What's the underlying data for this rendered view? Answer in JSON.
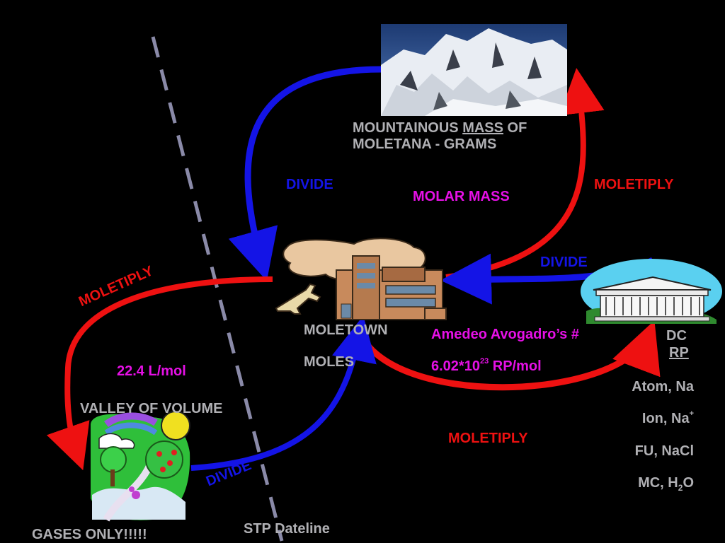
{
  "paths": {
    "divide_top": "DIVIDE",
    "moletiply_top_right": "MOLETIPLY",
    "divide_right": "DIVIDE",
    "moletiply_left": "MOLETIPLY",
    "divide_bottom": "DIVIDE",
    "moletiply_bottom": "MOLETIPLY"
  },
  "mountain": {
    "line1_prefix": "MOUNTAINOUS ",
    "line1_mass": "MASS",
    "line1_suffix": " OF",
    "line2": "MOLETANA - GRAMS"
  },
  "molar_mass": "MOLAR MASS",
  "moletown": {
    "name": "MOLETOWN",
    "unit": "MOLES"
  },
  "avogadro": {
    "title": "Amedeo Avogadro’s #",
    "value_base": "6.02*10",
    "value_exp": "23",
    "value_unit": " RP/mol"
  },
  "particles": {
    "dc": "DC",
    "rp": "RP",
    "atom": "Atom, Na",
    "ion_prefix": "Ion, Na",
    "ion_charge": "+",
    "fu": "FU, NaCl",
    "mc_prefix": "MC, H",
    "mc_sub": "2",
    "mc_suffix": "O"
  },
  "volume": {
    "molar_volume": "22.4 L/mol",
    "valley": "VALLEY OF VOLUME",
    "gases": "GASES ONLY!!!!!"
  },
  "stp": "STP Dateline",
  "colors": {
    "red": "#ee1111",
    "blue": "#1414e6",
    "magenta": "#e610e6",
    "gray_text": "#b0b0b4",
    "dateline": "#8a8aa8"
  }
}
